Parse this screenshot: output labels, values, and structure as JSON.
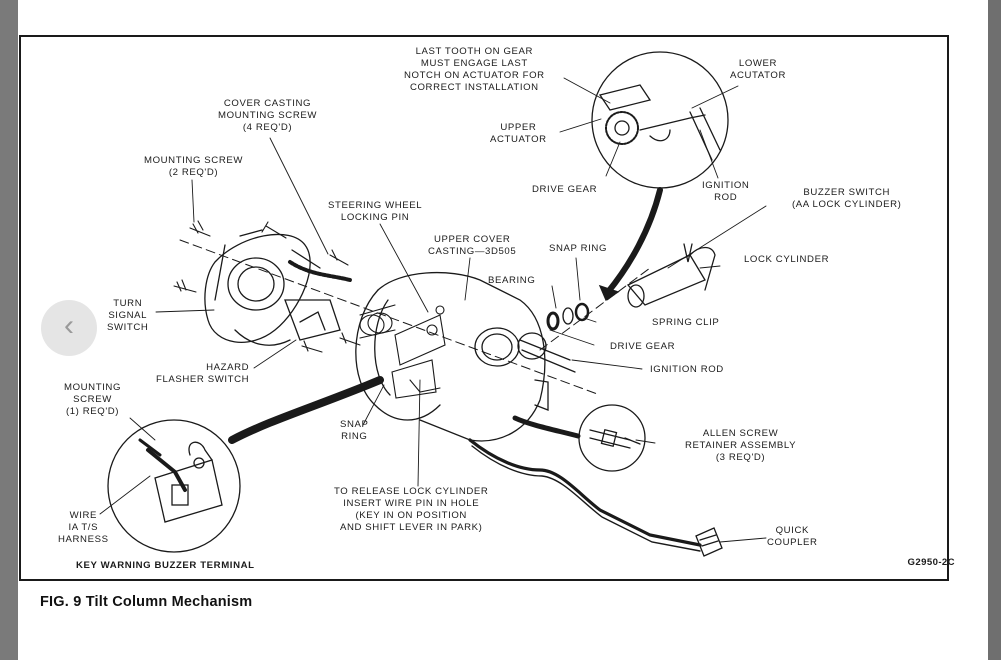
{
  "figure": {
    "caption": "FIG. 9  Tilt Column Mechanism",
    "code": "G2950-2C"
  },
  "labels": {
    "last_tooth": "LAST TOOTH ON GEAR\nMUST ENGAGE LAST\nNOTCH ON ACTUATOR FOR\nCORRECT INSTALLATION",
    "lower_actuator": "LOWER\nACUTATOR",
    "upper_actuator": "UPPER\nACTUATOR",
    "drive_gear_top": "DRIVE GEAR",
    "ignition_rod_top": "IGNITION\nROD",
    "cover_casting_screw": "COVER CASTING\nMOUNTING SCREW\n(4 REQ'D)",
    "mounting_screw_2": "MOUNTING SCREW\n(2 REQ'D)",
    "steering_wheel_pin": "STEERING WHEEL\nLOCKING PIN",
    "upper_cover": "UPPER COVER\nCASTING—3D505",
    "snap_ring_top": "SNAP RING",
    "buzzer_switch": "BUZZER SWITCH\n(AA LOCK CYLINDER)",
    "lock_cylinder": "LOCK CYLINDER",
    "bearing": "BEARING",
    "spring_clip": "SPRING CLIP",
    "drive_gear_mid": "DRIVE GEAR",
    "ignition_rod_mid": "IGNITION ROD",
    "turn_signal": "TURN\nSIGNAL\nSWITCH",
    "hazard": "HAZARD\nFLASHER SWITCH",
    "mounting_screw_1": "MOUNTING\nSCREW\n(1) REQ'D)",
    "snap_ring_bottom": "SNAP\nRING",
    "allen_screw": "ALLEN SCREW\nRETAINER ASSEMBLY\n(3 REQ'D)",
    "release_lock": "TO RELEASE LOCK CYLINDER\nINSERT WIRE PIN IN HOLE\n(KEY IN ON POSITION\nAND SHIFT LEVER IN PARK)",
    "quick_coupler": "QUICK\nCOUPLER",
    "wire_harness": "WIRE\nIA T/S\nHARNESS",
    "key_warning": "KEY WARNING BUZZER TERMINAL"
  },
  "nav": {
    "prev_icon": "‹"
  }
}
